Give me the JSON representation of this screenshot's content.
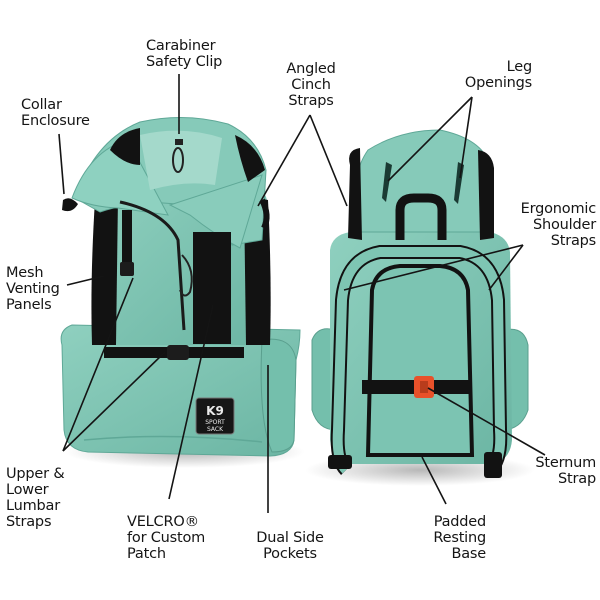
{
  "diagram": {
    "subject": "K9 Sport Sack dog backpack",
    "views": [
      "front",
      "back"
    ],
    "colors": {
      "bag_primary": "#7cc4b2",
      "bag_shadow": "#5fa897",
      "bag_highlight": "#93d3c2",
      "trim": "#111111",
      "buckle_accent": "#e8512a",
      "label_text": "#151515",
      "background": "#ffffff"
    },
    "patch": {
      "line1": "K9",
      "line2": "SPORT",
      "line3": "SACK"
    },
    "callouts": [
      {
        "id": "carabiner",
        "text": "Carabiner\nSafety Clip",
        "align": "left"
      },
      {
        "id": "collar",
        "text": "Collar\nEnclosure",
        "align": "left"
      },
      {
        "id": "cinch",
        "text": "Angled\nCinch\nStraps",
        "align": "center"
      },
      {
        "id": "leg",
        "text": "Leg\nOpenings",
        "align": "right"
      },
      {
        "id": "shoulder",
        "text": "Ergonomic\nShoulder\nStraps",
        "align": "right"
      },
      {
        "id": "mesh",
        "text": "Mesh\nVenting\nPanels",
        "align": "left"
      },
      {
        "id": "lumbar",
        "text": "Upper &\nLower\nLumbar\nStraps",
        "align": "left"
      },
      {
        "id": "velcro",
        "text": "VELCRO®\nfor Custom\nPatch",
        "align": "left"
      },
      {
        "id": "pockets",
        "text": "Dual Side\nPockets",
        "align": "center"
      },
      {
        "id": "sternum",
        "text": "Sternum\nStrap",
        "align": "right"
      },
      {
        "id": "base",
        "text": "Padded\nResting\nBase",
        "align": "right"
      }
    ]
  }
}
